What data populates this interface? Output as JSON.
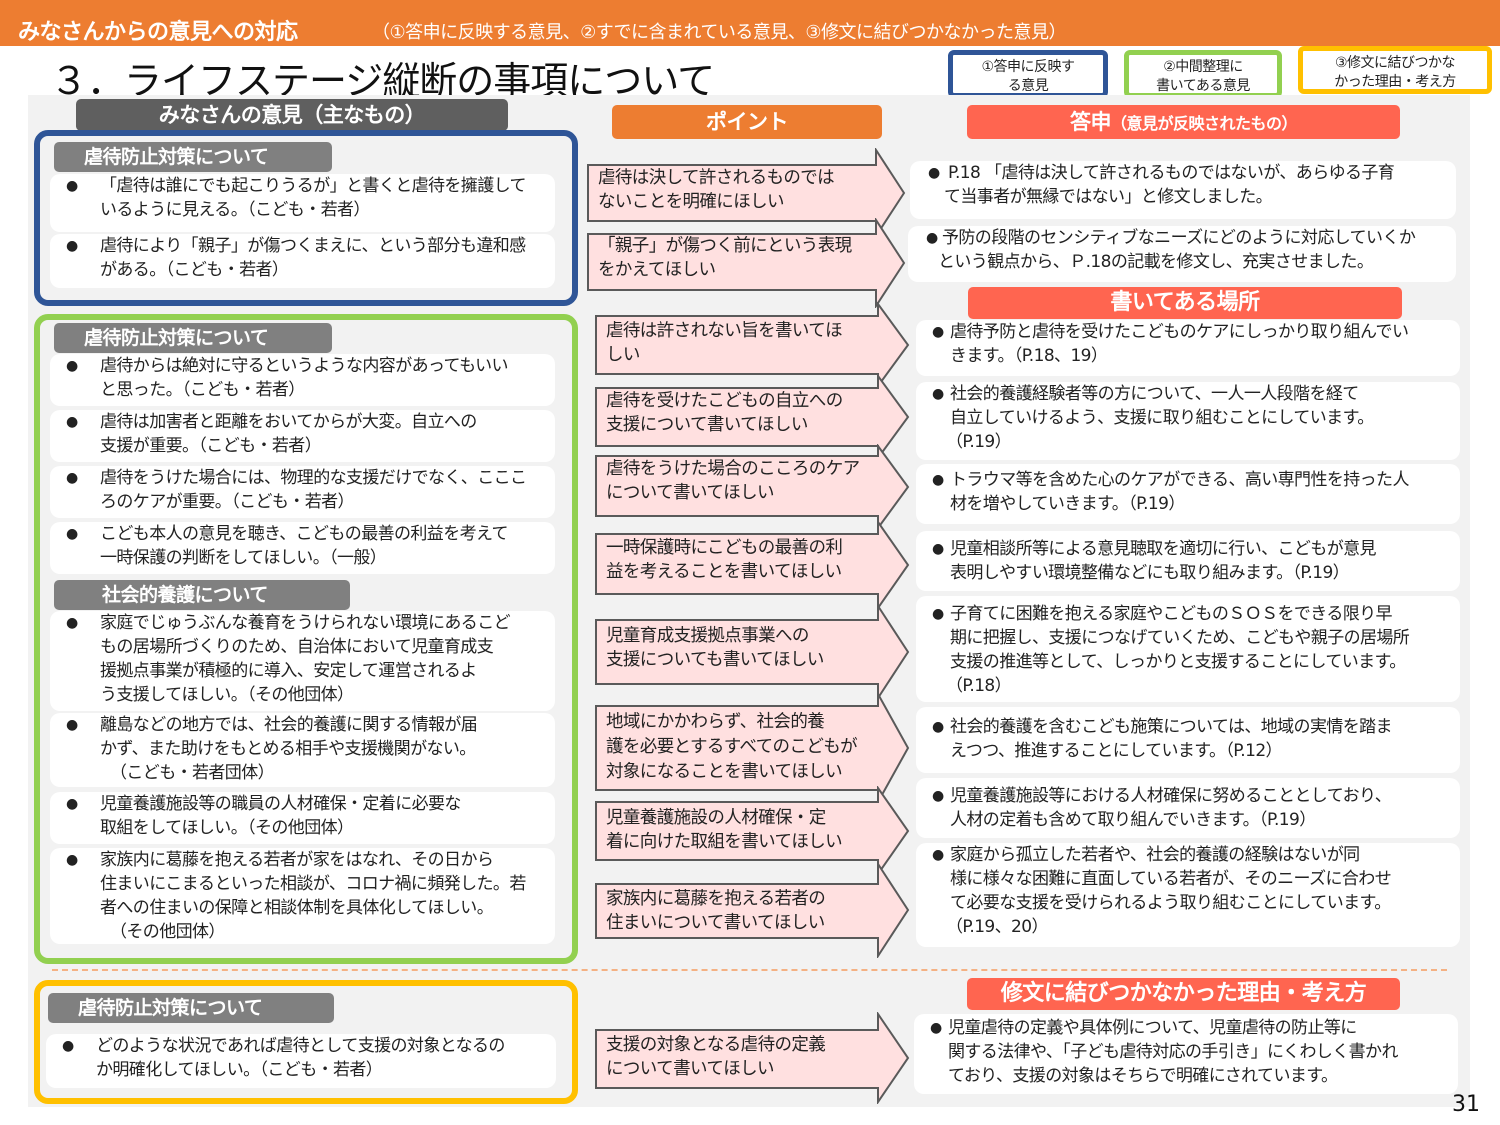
{
  "header": {
    "title": "みなさんからの意見への対応",
    "subtitle": "（①答申に反映する意見、②すでに含まれている意見、③修文に結びつかなかった意見）",
    "page_title": "３．ライフステージ縦断の事項について"
  },
  "legend": [
    {
      "label_line1": "①答申に反映す",
      "label_line2": "る意見",
      "color": "#2F5597"
    },
    {
      "label_line1": "②中間整理に",
      "label_line2": "書いてある意見",
      "color": "#92D050"
    },
    {
      "label_line1": "③修文に結びつかな",
      "label_line2": "かった理由・考え方",
      "color": "#FFC000"
    }
  ],
  "columns": {
    "opinions": "みなさんの意見（主なもの）",
    "point": "ポイント",
    "answer": "答申",
    "answer_note": "（意見が反映されたもの）",
    "written": "書いてある場所",
    "not_revised": "修文に結びつかなかった理由・考え方"
  },
  "groups": {
    "reflected": {
      "category": "虐待防止対策について",
      "opinions": [
        {
          "line1": "「虐待は誰にでも起こりうるが」と書くと虐待を擁護して",
          "line2": "いるように見える。（こども・若者）"
        },
        {
          "line1": "虐待により「親子」が傷つくまえに、という部分も違和感",
          "line2": "がある。（こども・若者）"
        }
      ]
    },
    "included": {
      "categories": [
        "虐待防止対策について",
        "社会的養護について"
      ],
      "opinions": [
        {
          "lines": [
            "虐待からは絶対に守るというような内容があってもいい",
            "と思った。（こども・若者）"
          ]
        },
        {
          "lines": [
            "虐待は加害者と距離をおいてからが大変。自立への",
            "支援が重要。（こども・若者）"
          ]
        },
        {
          "lines": [
            "虐待をうけた場合には、物理的な支援だけでなく、こここ",
            "ろのケアが重要。（こども・若者）"
          ]
        },
        {
          "lines": [
            "こども本人の意見を聴き、こどもの最善の利益を考えて",
            "一時保護の判断をしてほしい。（一般）"
          ]
        },
        {
          "lines": [
            "家庭でじゅうぶんな養育をうけられない環境にあるこど",
            "もの居場所づくりのため、自治体において児童育成支",
            "援拠点事業が積極的に導入、安定して運営されるよ",
            "う支援してほしい。（その他団体）"
          ]
        },
        {
          "lines": [
            "離島などの地方では、社会的養護に関する情報が届",
            "かず、また助けをもとめる相手や支援機関がない。",
            "（こども・若者団体）"
          ]
        },
        {
          "lines": [
            "児童養護施設等の職員の人材確保・定着に必要な",
            "取組をしてほしい。（その他団体）"
          ]
        },
        {
          "lines": [
            "家族内に葛藤を抱える若者が家をはなれ、その日から",
            "住まいにこまるといった相談が、コロナ禍に頻発した。若",
            "者への住まいの保障と相談体制を具体化してほしい。",
            "（その他団体）"
          ]
        }
      ]
    },
    "not_revised": {
      "category": "虐待防止対策について",
      "opinions": [
        {
          "line1": "どのような状況であれば虐待として支援の対象となるの",
          "line2": "か明確化してほしい。（こども・若者）"
        }
      ]
    }
  },
  "points": [
    {
      "line1": "虐待は決して許されるものでは",
      "line2": "ないことを明確にほしい"
    },
    {
      "line1": "「親子」が傷つく前にという表現",
      "line2": "をかえてほしい"
    },
    {
      "line1": "虐待は許されない旨を書いてほ",
      "line2": "しい"
    },
    {
      "line1": "虐待を受けたこどもの自立への",
      "line2": "支援について書いてほしい"
    },
    {
      "line1": "虐待をうけた場合のこころのケア",
      "line2": "について書いてほしい"
    },
    {
      "line1": "一時保護時にこどもの最善の利",
      "line2": "益を考えることを書いてほしい"
    },
    {
      "line1": "児童育成支援拠点事業への",
      "line2": "支援についても書いてほしい"
    },
    {
      "line1": "地域にかかわらず、社会的養",
      "line2": "護を必要とするすべてのこどもが",
      "line3": "対象になることを書いてほしい"
    },
    {
      "line1": "児童養護施設の人材確保・定",
      "line2": "着に向けた取組を書いてほしい"
    },
    {
      "line1": "家族内に葛藤を抱える若者の",
      "line2": "住まいについて書いてほしい"
    },
    {
      "line1": "支援の対象となる虐待の定義",
      "line2": "について書いてほしい"
    }
  ],
  "answers": [
    {
      "lines": [
        "P.18 「虐待は決して許されるものではないが、あらゆる子育",
        "て当事者が無縁ではない」と修文しました。"
      ]
    },
    {
      "lines": [
        "予防の段階のセンシティブなニーズにどのように対応していくか",
        "という観点から、Ｐ.18の記載を修文し、充実させました。"
      ]
    }
  ],
  "written": [
    {
      "lines": [
        "虐待予防と虐待を受けたこどものケアにしっかり取り組んでい",
        "きます。（P.18、19）"
      ]
    },
    {
      "lines": [
        "社会的養護経験者等の方について、一人一人段階を経て",
        "自立していけるよう、支援に取り組むことにしています。",
        "（P.19）"
      ]
    },
    {
      "lines": [
        "トラウマ等を含めた心のケアができる、高い専門性を持った人",
        "材を増やしていきます。（P.19）"
      ]
    },
    {
      "lines": [
        "児童相談所等による意見聴取を適切に行い、こどもが意見",
        "表明しやすい環境整備などにも取り組みます。（P.19）"
      ]
    },
    {
      "lines": [
        "子育てに困難を抱える家庭やこどものＳＯＳをできる限り早",
        "期に把握し、支援につなげていくため、こどもや親子の居場所",
        "支援の推進等として、しっかりと支援することにしています。",
        "（P.18）"
      ]
    },
    {
      "lines": [
        "社会的養護を含むこども施策については、地域の実情を踏ま",
        "えつつ、推進することにしています。（P.12）"
      ]
    },
    {
      "lines": [
        "児童養護施設等における人材確保に努めることとしており、",
        "人材の定着も含めて取り組んでいきます。（P.19）"
      ]
    },
    {
      "lines": [
        "家庭から孤立した若者や、社会的養護の経験はないが同",
        "様に様々な困難に直面している若者が、そのニーズに合わせ",
        "て必要な支援を受けられるよう取り組むことにしています。",
        "（P.19、20）"
      ]
    }
  ],
  "reasons": [
    {
      "lines": [
        "児童虐待の定義や具体例について、児童虐待の防止等に",
        "関する法律や、「子ども虐待対応の手引き」にくわしく書かれ",
        "ており、支援の対象はそちらで明確にされています。"
      ]
    }
  ],
  "bullet_char": "●",
  "page_number": "31",
  "colors": {
    "orange": "#ED7D31",
    "red_header": "#FF6550",
    "blue": "#2F5597",
    "green": "#92D050",
    "yellow": "#FFC000",
    "arrow_fill": "#FFE0E0",
    "gray_tab": "#808080"
  }
}
